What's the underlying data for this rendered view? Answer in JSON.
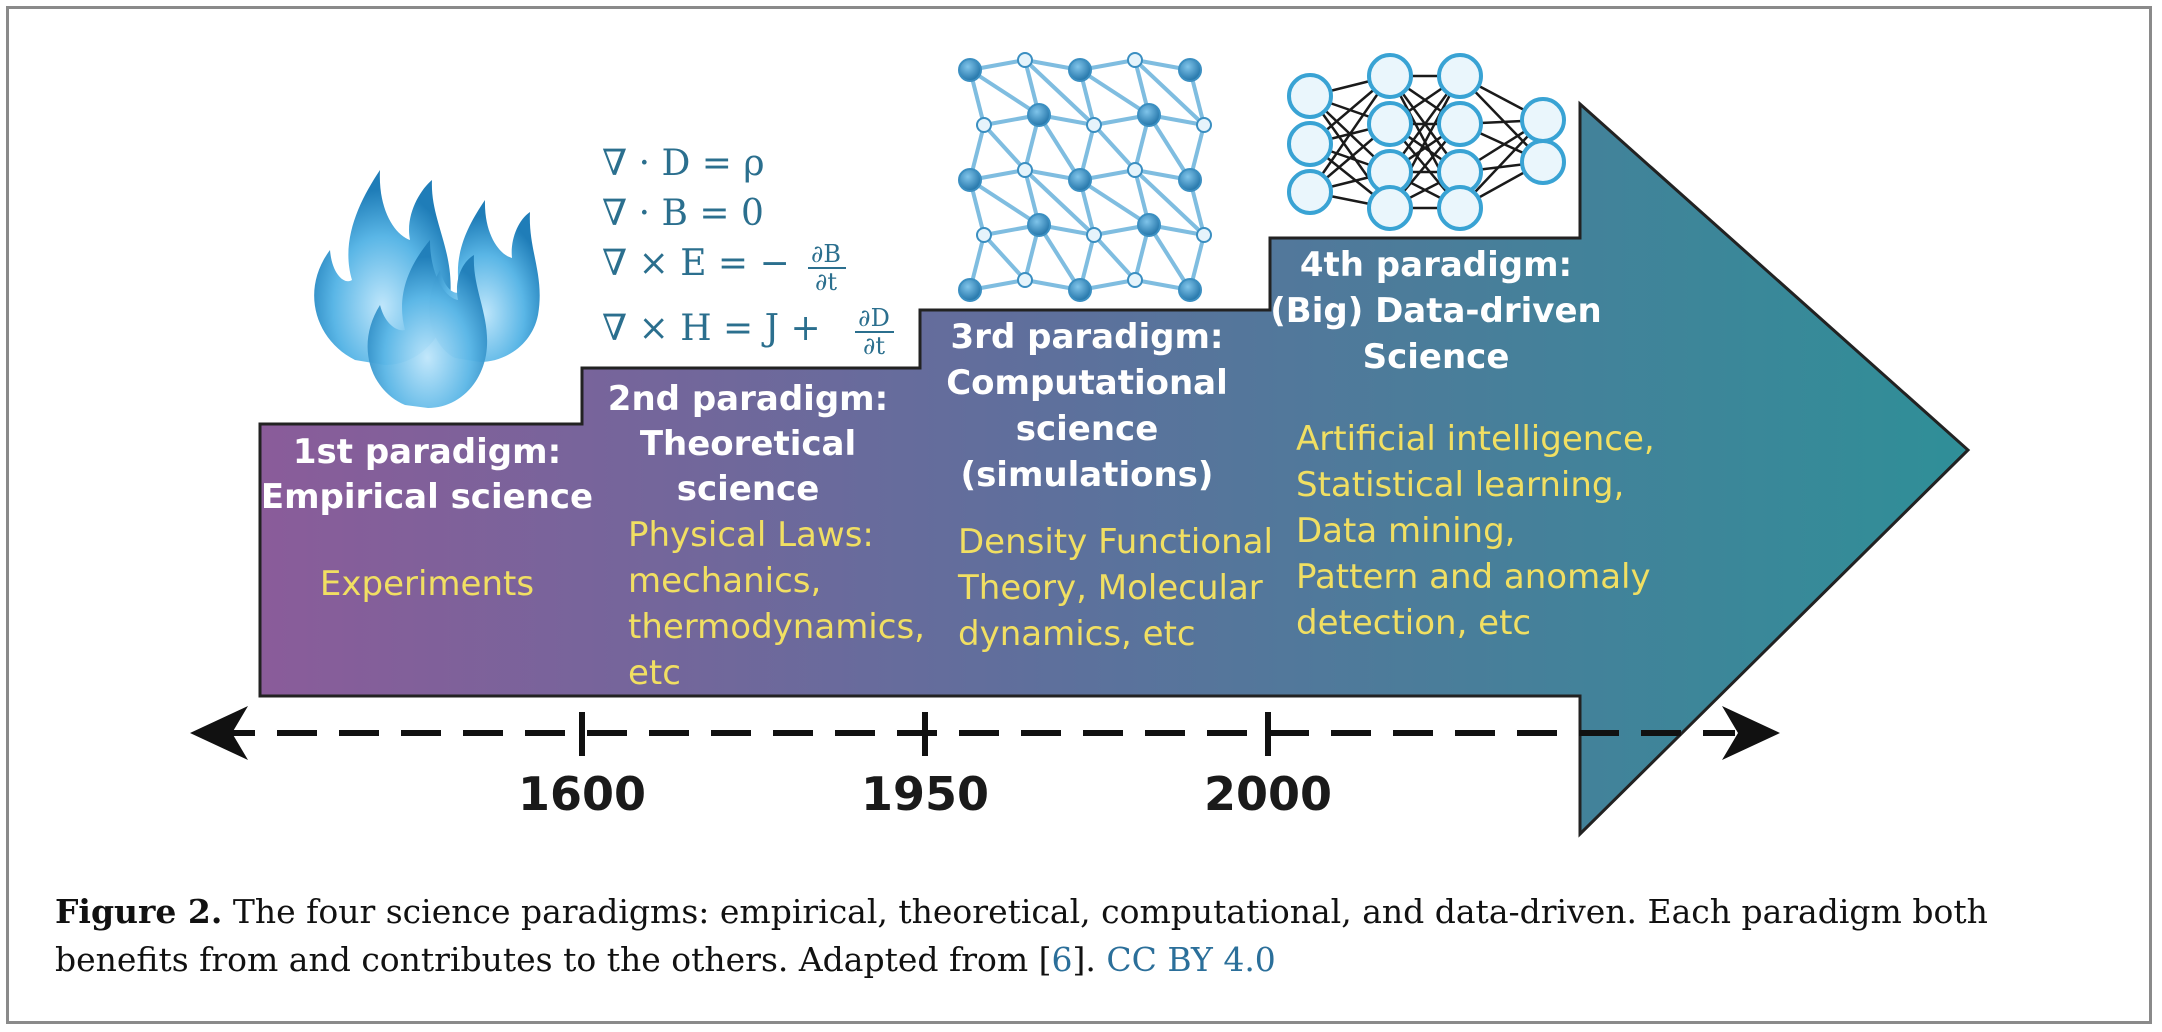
{
  "paradigms": [
    {
      "title_lines": [
        "1st paradigm:",
        "Empirical science"
      ],
      "detail_lines": [
        "Experiments"
      ]
    },
    {
      "title_lines": [
        "2nd paradigm:",
        "Theoretical",
        "science"
      ],
      "detail_lines": [
        "Physical Laws:",
        "mechanics,",
        "thermodynamics,",
        "etc"
      ]
    },
    {
      "title_lines": [
        "3rd paradigm:",
        "Computational",
        "science",
        "(simulations)"
      ],
      "detail_lines": [
        "Density Functional",
        "Theory, Molecular",
        "dynamics, etc"
      ]
    },
    {
      "title_lines": [
        "4th paradigm:",
        "(Big) Data-driven",
        "Science"
      ],
      "detail_lines": [
        "Artificial intelligence,",
        "Statistical learning,",
        "Data mining,",
        "Pattern and anomaly",
        "detection, etc"
      ]
    }
  ],
  "timeline": {
    "years": [
      "1600",
      "1950",
      "2000"
    ]
  },
  "equations": {
    "eq1": "∇ · D = ρ",
    "eq2": "∇ · B = 0",
    "eq3_lhs": "∇ × E = −",
    "eq3_num": "∂B",
    "eq3_den": "∂t",
    "eq4_lhs": "∇ × H = J +",
    "eq4_num": "∂D",
    "eq4_den": "∂t"
  },
  "caption": {
    "label": "Figure 2.",
    "text": " The four science paradigms: empirical, theoretical, computational, and data-driven. Each paradigm both benefits from and contributes to the others. Adapted from [",
    "ref": "6",
    "text_after_ref": "]. ",
    "license": "CC BY 4.0"
  },
  "colors": {
    "arrow_start": "#8a5c9a",
    "arrow_end": "#338c98",
    "title_text": "#ffffff",
    "detail_text": "#f1df62",
    "icon_blue": "#3aa0d0"
  }
}
